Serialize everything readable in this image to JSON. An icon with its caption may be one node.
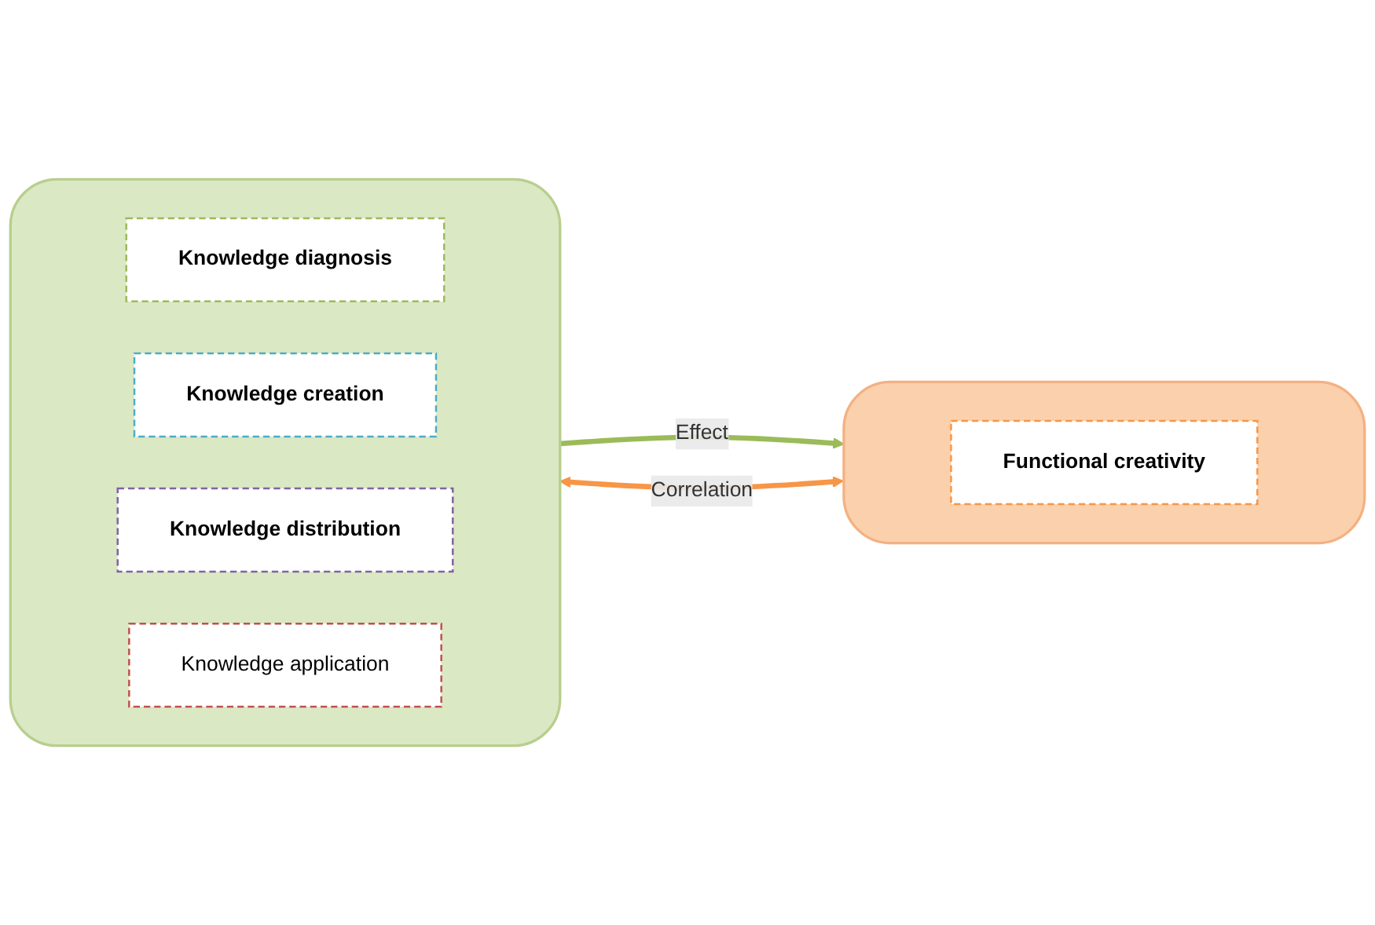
{
  "diagram": {
    "nodes": [
      {
        "text": [],
        "shape": "box"
      },
      {
        "text": [
          "Functional creativity"
        ],
        "in": 0
      },
      {
        "text": [],
        "shape": "box"
      },
      {
        "text": [
          "Knowledge diagnosis"
        ],
        "in": 2
      },
      {
        "text": [
          "Knowledge creation"
        ],
        "in": 2
      },
      {
        "text": [
          "Knowledge distribution"
        ],
        "in": 2
      },
      {
        "text": [
          "Knowledge application"
        ],
        "in": 2
      }
    ],
    "edges": [
      {
        "from": 0,
        "to": 2,
        "arrow": "both",
        "label": "Correlation",
        "color": "#f79646"
      },
      {
        "from": 2,
        "to": 0,
        "arrow": "to",
        "label": "Effect",
        "color": "#9bbb59"
      }
    ]
  }
}
